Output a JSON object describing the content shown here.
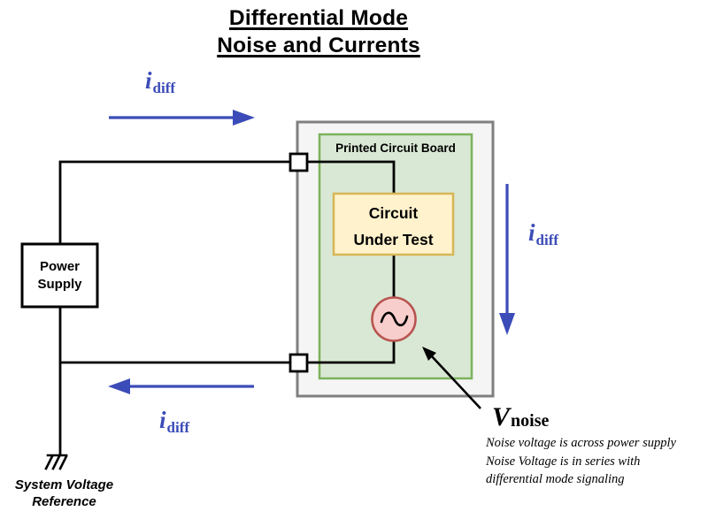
{
  "title": {
    "line1": "Differential Mode",
    "line2": "Noise and Currents"
  },
  "current_label": {
    "symbol": "i",
    "subscript": "diff"
  },
  "power_supply": {
    "line1": "Power",
    "line2": "Supply"
  },
  "pcb": {
    "label": "Printed Circuit Board"
  },
  "circuit_under_test": {
    "line1": "Circuit",
    "line2": "Under Test"
  },
  "noise": {
    "symbol": "V",
    "subscript": "noise",
    "note_line1": "Noise voltage is across power supply",
    "note_line2": "Noise Voltage is in series with",
    "note_line3": "differential mode signaling"
  },
  "ground": {
    "line1": "System Voltage",
    "line2": "Reference"
  },
  "icons": {
    "noise_source": "sine-wave-icon",
    "ground": "chassis-ground-icon"
  },
  "colors": {
    "blue": "#3b4cb8",
    "pcb_fill": "#f5f5f5",
    "pcb_stroke": "#7f7f7f",
    "board_fill": "#d9e8d4",
    "board_stroke": "#7cb25c",
    "cut_fill": "#fff2cc",
    "cut_stroke": "#d6b656",
    "noise_fill": "#f8cecc",
    "noise_stroke": "#b85450"
  }
}
